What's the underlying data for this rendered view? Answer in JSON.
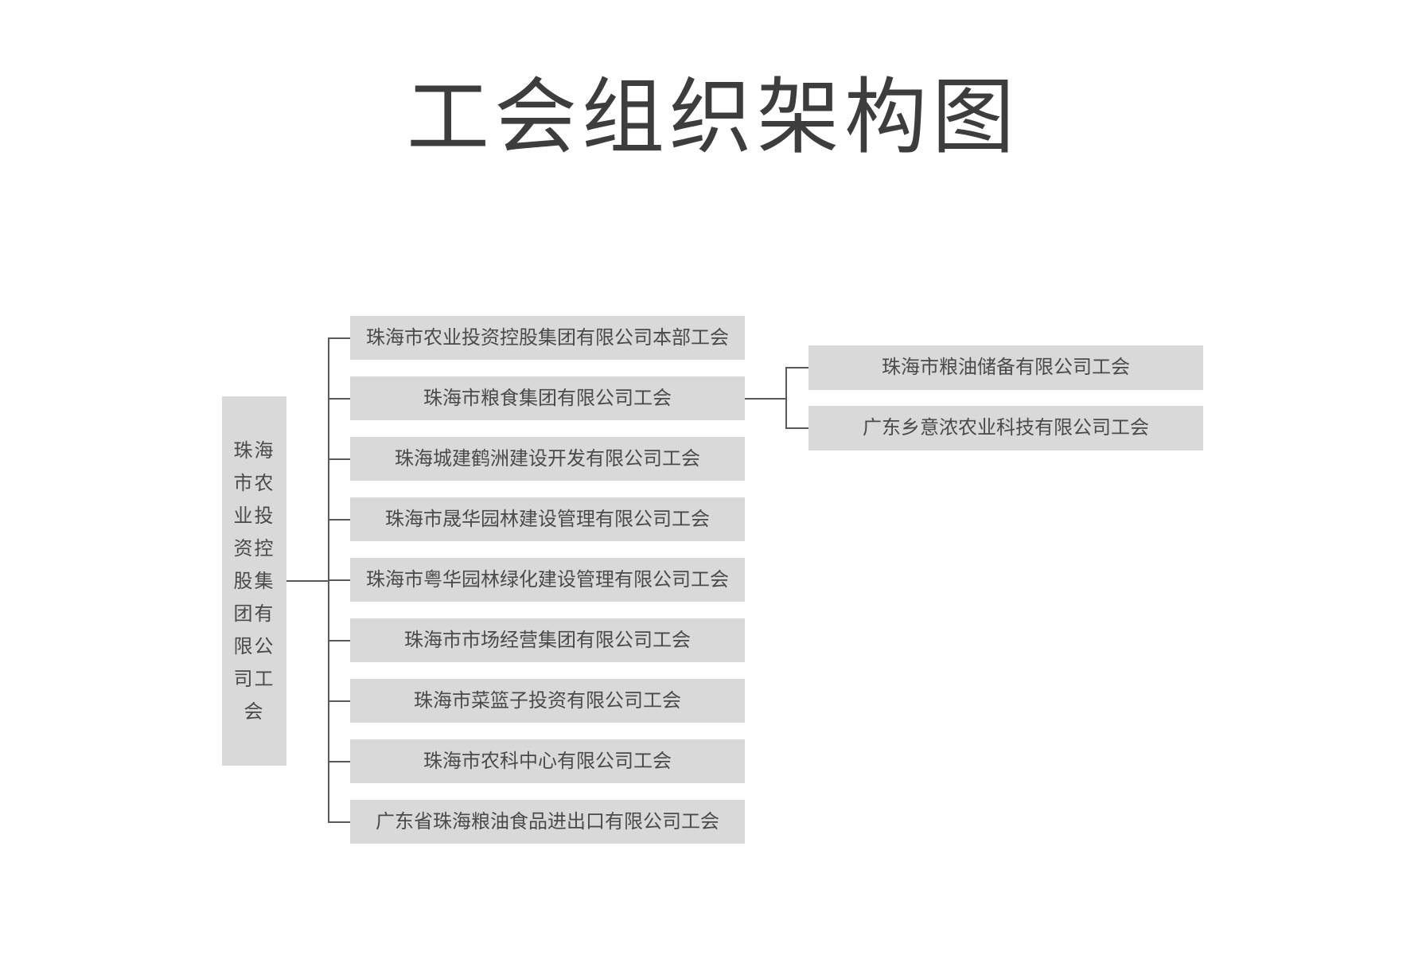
{
  "title": "工会组织架构图",
  "colors": {
    "node_background": "#d9d9d9",
    "node_text": "#4a4a4a",
    "connector_line": "#595959",
    "title_text": "#3d3d3d",
    "page_background": "#ffffff"
  },
  "org": {
    "root": {
      "label": "珠海市农业投资控股集团有限公司工会"
    },
    "level2": [
      {
        "label": "珠海市农业投资控股集团有限公司本部工会"
      },
      {
        "label": "珠海市粮食集团有限公司工会",
        "children": [
          {
            "label": "珠海市粮油储备有限公司工会"
          },
          {
            "label": "广东乡意浓农业科技有限公司工会"
          }
        ]
      },
      {
        "label": "珠海城建鹤洲建设开发有限公司工会"
      },
      {
        "label": "珠海市晟华园林建设管理有限公司工会"
      },
      {
        "label": "珠海市粤华园林绿化建设管理有限公司工会"
      },
      {
        "label": "珠海市市场经营集团有限公司工会"
      },
      {
        "label": "珠海市菜篮子投资有限公司工会"
      },
      {
        "label": "珠海市农科中心有限公司工会"
      },
      {
        "label": "广东省珠海粮油食品进出口有限公司工会"
      }
    ]
  }
}
